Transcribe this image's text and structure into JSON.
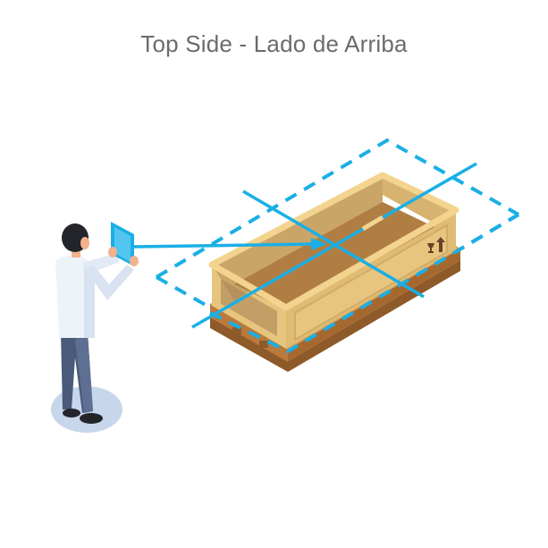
{
  "title": "Top Side - Lado de Arriba",
  "colors": {
    "measure_line": "#1aafe6",
    "crate_light": "#f3d48f",
    "crate_mid": "#e7c57f",
    "crate_dark": "#c9a667",
    "crate_inner_floor": "#b07e43",
    "pallet": "#b97a3c",
    "pallet_dark": "#8e5a2a",
    "shirt": "#eef3fa",
    "pants": "#4a5a7a",
    "hair": "#23252b",
    "skin": "#f2b28c",
    "shadow": "#c7d6ea",
    "text": "#6b6b6b"
  },
  "scene": {
    "person": {
      "label": "person-holding-tablet"
    },
    "tablet": {
      "label": "tablet"
    },
    "crate": {
      "label": "open-wooden-crate-on-pallet",
      "symbols": [
        "fragile-glass-icon",
        "this-side-up-arrow-icon"
      ]
    },
    "scan_area": {
      "label": "dashed-top-plane-outline"
    }
  }
}
